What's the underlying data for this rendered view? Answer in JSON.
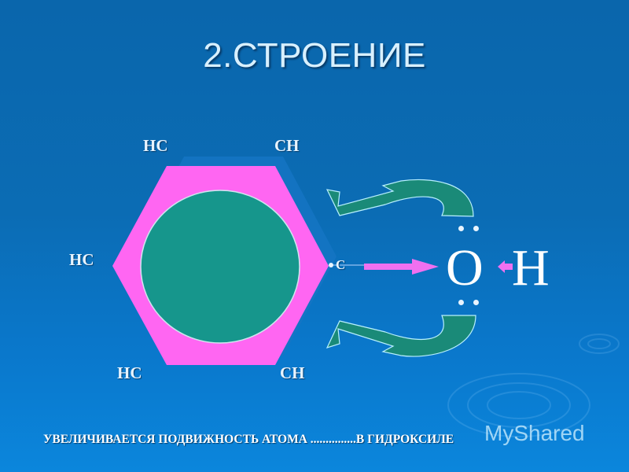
{
  "slide": {
    "title": "2.СТРОЕНИЕ",
    "ring_labels": {
      "top_left": "HC",
      "top_right": "CH",
      "left": "HC",
      "bottom_left": "HC",
      "bottom_right": "CH",
      "right_carbon": "C"
    },
    "hydroxyl": {
      "oxygen": "O",
      "hydrogen": "H"
    },
    "caption": "УВЕЛИЧИВАЕТСЯ ПОДВИЖНОСТЬ АТОМА ...............В ГИДРОКСИЛЕ",
    "watermark": "MyShared",
    "colors": {
      "background": "#0b6cb4",
      "hexagon": "#ff66f2",
      "circle": "#16968c",
      "curved_arrows": "#1a8a78",
      "arrow_magenta": "#f070f0",
      "text": "#e8f4ff"
    }
  }
}
